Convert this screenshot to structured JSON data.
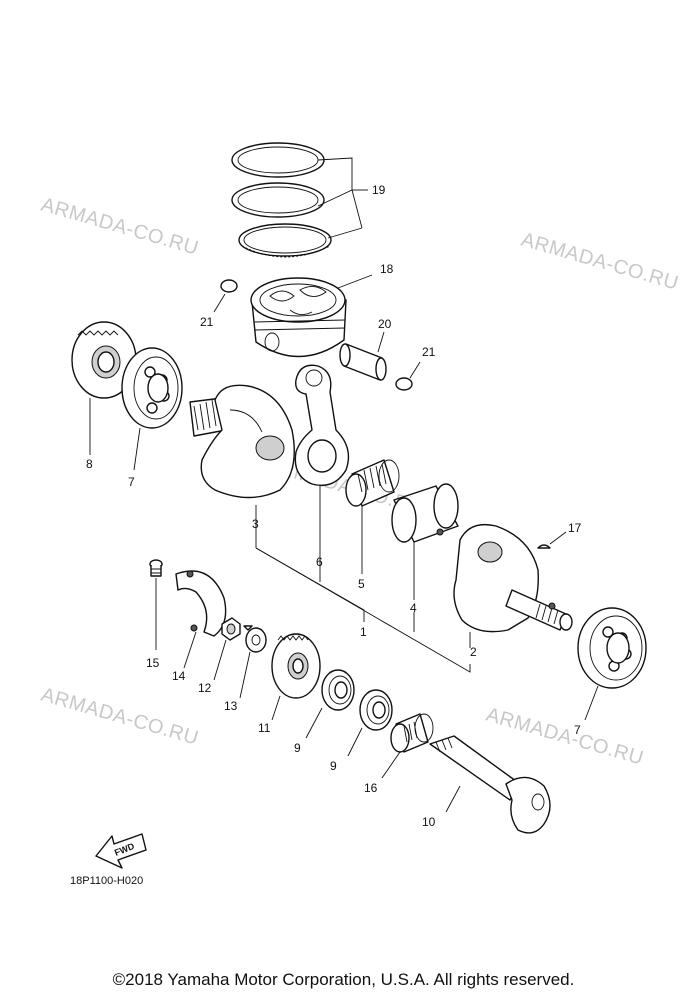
{
  "watermark": {
    "text": "ARMADA-CO.RU"
  },
  "diagram_code": "18P1100-H020",
  "fwd_label": "FWD",
  "copyright": "©2018 Yamaha Motor Corporation, U.S.A. All rights reserved.",
  "callouts": {
    "c1": "1",
    "c2": "2",
    "c3": "3",
    "c4": "4",
    "c5": "5",
    "c6": "6",
    "c7a": "7",
    "c7b": "7",
    "c8": "8",
    "c9a": "9",
    "c9b": "9",
    "c10": "10",
    "c11": "11",
    "c12": "12",
    "c13": "13",
    "c14": "14",
    "c15": "15",
    "c16": "16",
    "c17": "17",
    "c18": "18",
    "c19": "19",
    "c20": "20",
    "c21a": "21",
    "c21b": "21"
  }
}
